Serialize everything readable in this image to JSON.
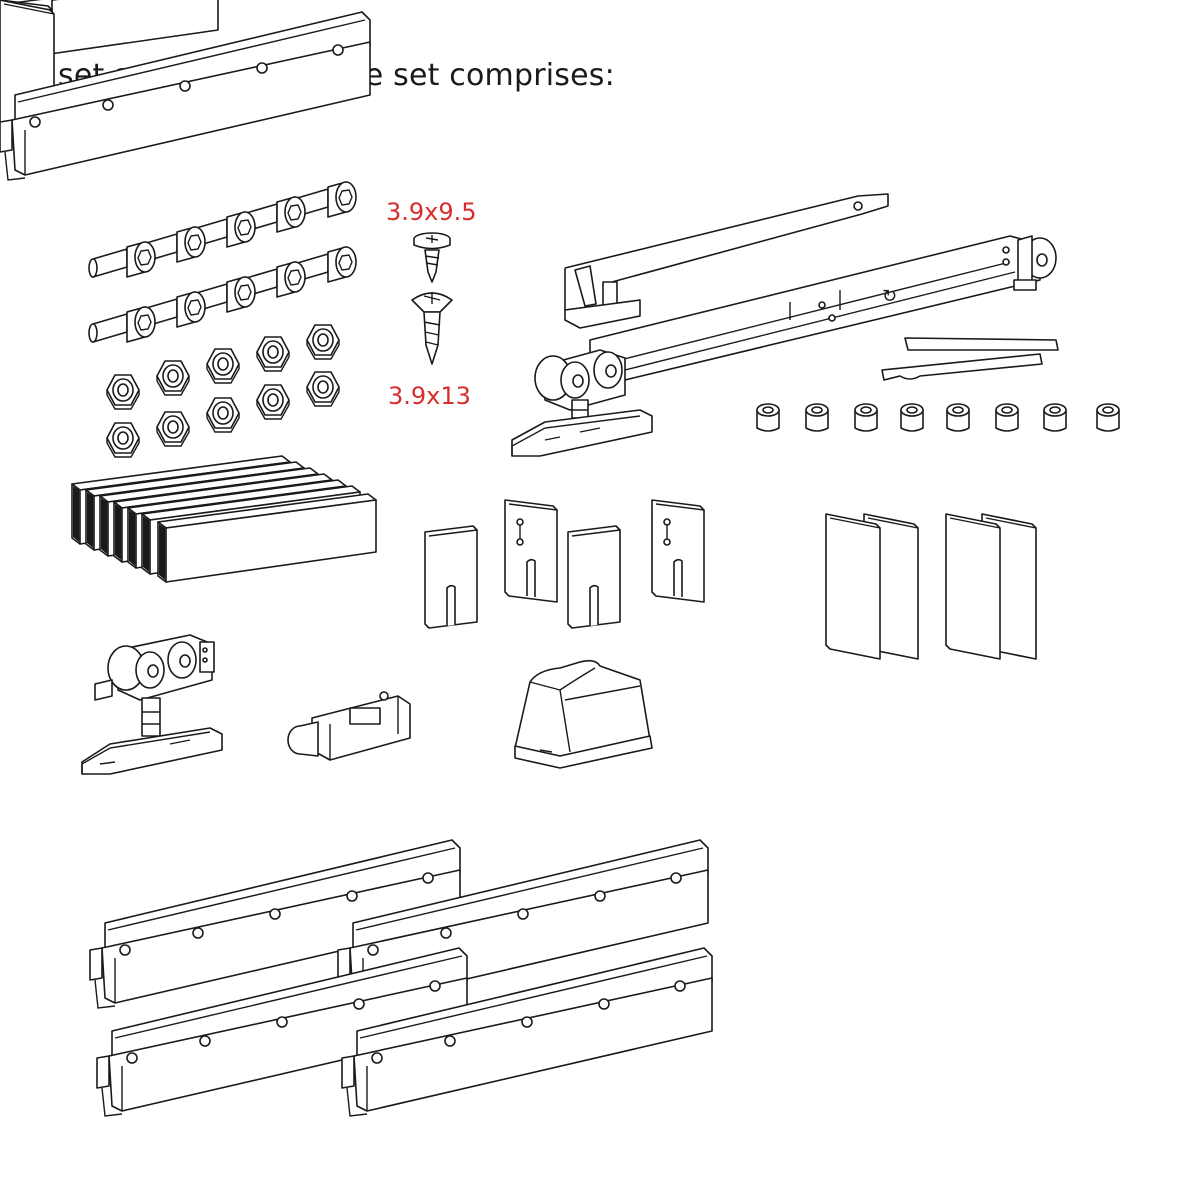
{
  "header": {
    "title": "set se sastoji od / the set comprises:"
  },
  "screws": {
    "size_small": "3.9x9.5",
    "size_large": "3.9x13"
  },
  "colors": {
    "line": "#1a1a1a",
    "accent_red": "#d92d2d",
    "background": "#ffffff"
  }
}
